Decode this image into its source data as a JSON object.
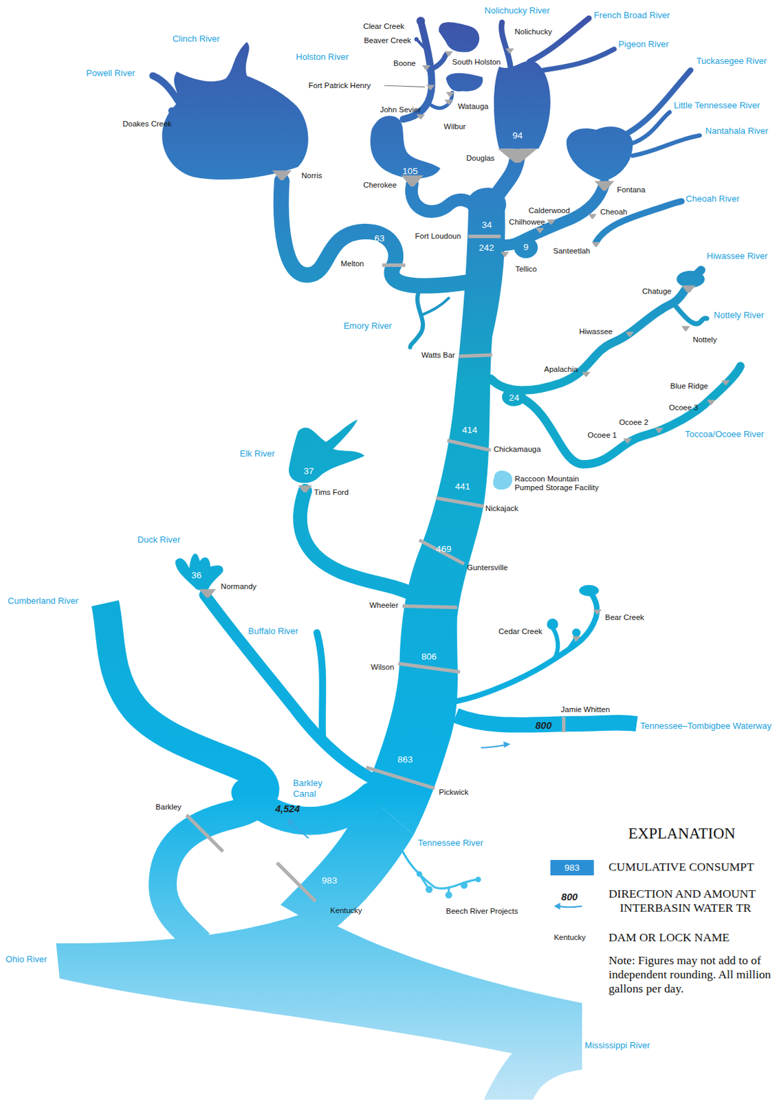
{
  "diagram": {
    "labels": [
      "Nolichucky River",
      "French Broad River",
      "Clear Creek",
      "Nolichucky",
      "Clinch River",
      "Beaver Creek",
      "Pigeon River",
      "Holston River",
      "Tuckasegee River",
      "South Holston",
      "Boone",
      "Powell River",
      "Fort Patrick Henry",
      "Little Tennessee River",
      "Watauga",
      "John Sevier",
      "Doakes Creek",
      "Wilbur",
      "Nantahala River",
      "94",
      "Douglas",
      "Norris",
      "105",
      "Cherokee",
      "Fontana",
      "Cheoah River",
      "Calderwood",
      "Cheoah",
      "Chilhowee",
      "34",
      "Fort Loudoun",
      "63",
      "242",
      "9",
      "Santeetlah",
      "Hiwassee River",
      "Melton",
      "Tellico",
      "Chatuge",
      "Nottely River",
      "Emory River",
      "Hiwassee",
      "Nottely",
      "Watts Bar",
      "Apalachia",
      "Blue Ridge",
      "24",
      "Ocoee 3",
      "Ocoee 2",
      "414",
      "Toccoa/Ocoee River",
      "Ocoee 1",
      "Chickamauga",
      "Elk River",
      "37",
      "Raccoon Mountain Pumped Storage Facility",
      "441",
      "Tims Ford",
      "Nickajack",
      "Duck River",
      "469",
      "Guntersville",
      "36",
      "Normandy",
      "Cumberland River",
      "Wheeler",
      "Bear Creek",
      "Buffalo River",
      "Cedar Creek",
      "806",
      "Wilson",
      "Jamie Whitten",
      "800",
      "Tennessee–Tombigbee Waterway",
      "863",
      "Barkley Canal",
      "Pickwick",
      "4,524",
      "Barkley",
      "EXPLANATION",
      "Tennessee River",
      "983",
      "983",
      "800",
      "Kentucky",
      "Beech River Projects",
      "Kentucky",
      "Ohio River",
      "Note: Figures may not add to of independent rounding. All million gallons per day.",
      "Mississippi River"
    ],
    "legend": [
      {
        "text": "CUMULATIVE CONSUMPT",
        "color": "#2b8fd6"
      },
      {
        "text": "DIRECTION AND AMOUNT INTERBASIN WATER TR"
      },
      {
        "text": "DAM OR LOCK NAME"
      }
    ]
  }
}
